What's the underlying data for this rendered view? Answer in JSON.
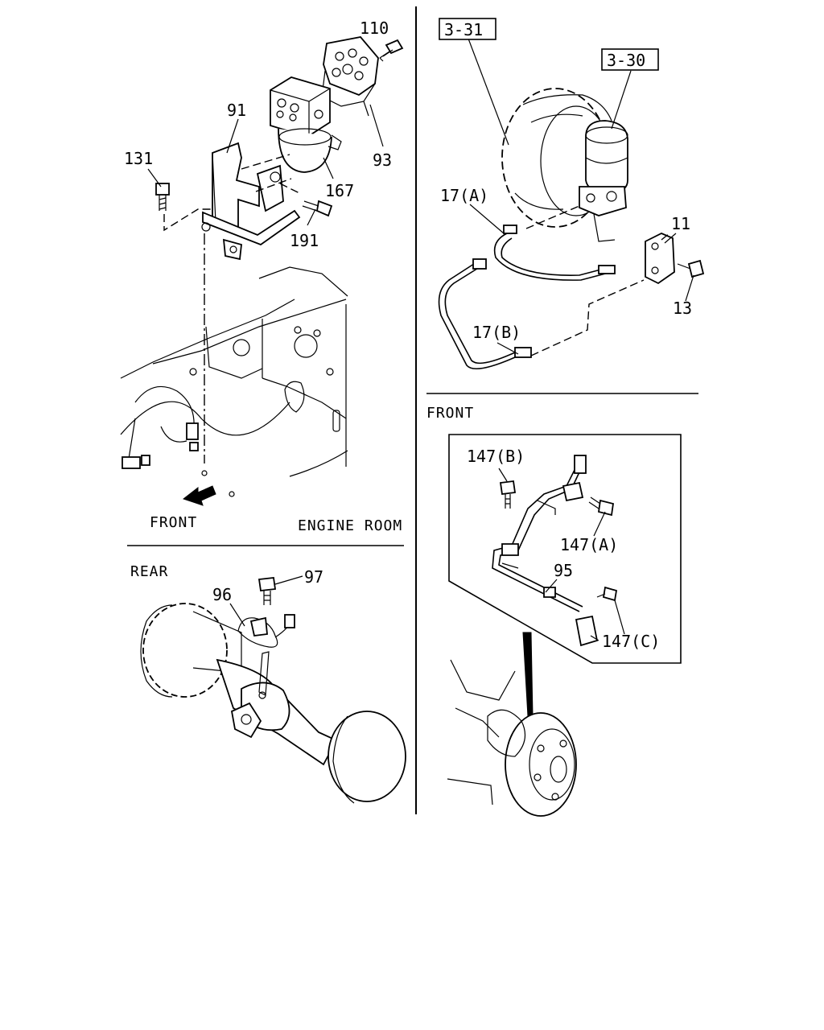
{
  "refs": {
    "ref_331": "3-31",
    "ref_330": "3-30"
  },
  "callouts": {
    "c110": "110",
    "c91": "91",
    "c93": "93",
    "c131": "131",
    "c167": "167",
    "c191": "191",
    "c17a": "17(A)",
    "c11": "11",
    "c13": "13",
    "c17b": "17(B)",
    "c96": "96",
    "c97": "97",
    "c147b": "147(B)",
    "c147a": "147(A)",
    "c95": "95",
    "c147c": "147(C)"
  },
  "notes": {
    "front_engine": "FRONT",
    "engine_room": "ENGINE ROOM",
    "rear": "REAR",
    "front_right": "FRONT"
  }
}
